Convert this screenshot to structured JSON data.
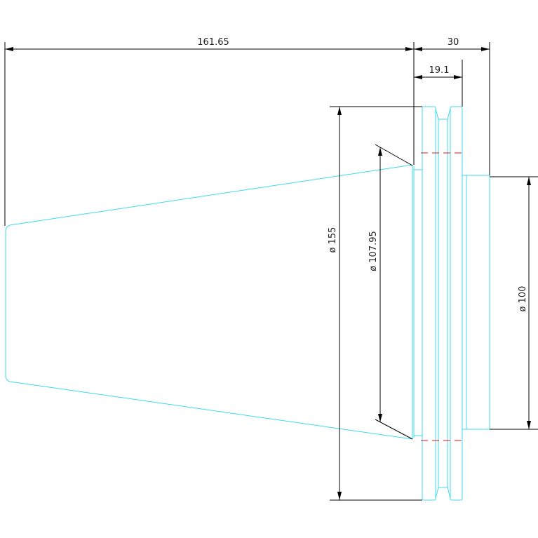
{
  "drawing": {
    "dimensions": {
      "overall_length": "161.65",
      "flange_length": "30",
      "flange_width": "19.1",
      "diameter_155": "ø 155",
      "diameter_107_95": "ø 107.95",
      "diameter_100": "ø 100"
    },
    "colors": {
      "outline": "#3fd8ee",
      "dimension": "#000000",
      "centerline": "#ee1111",
      "background": "#ffffff"
    }
  }
}
